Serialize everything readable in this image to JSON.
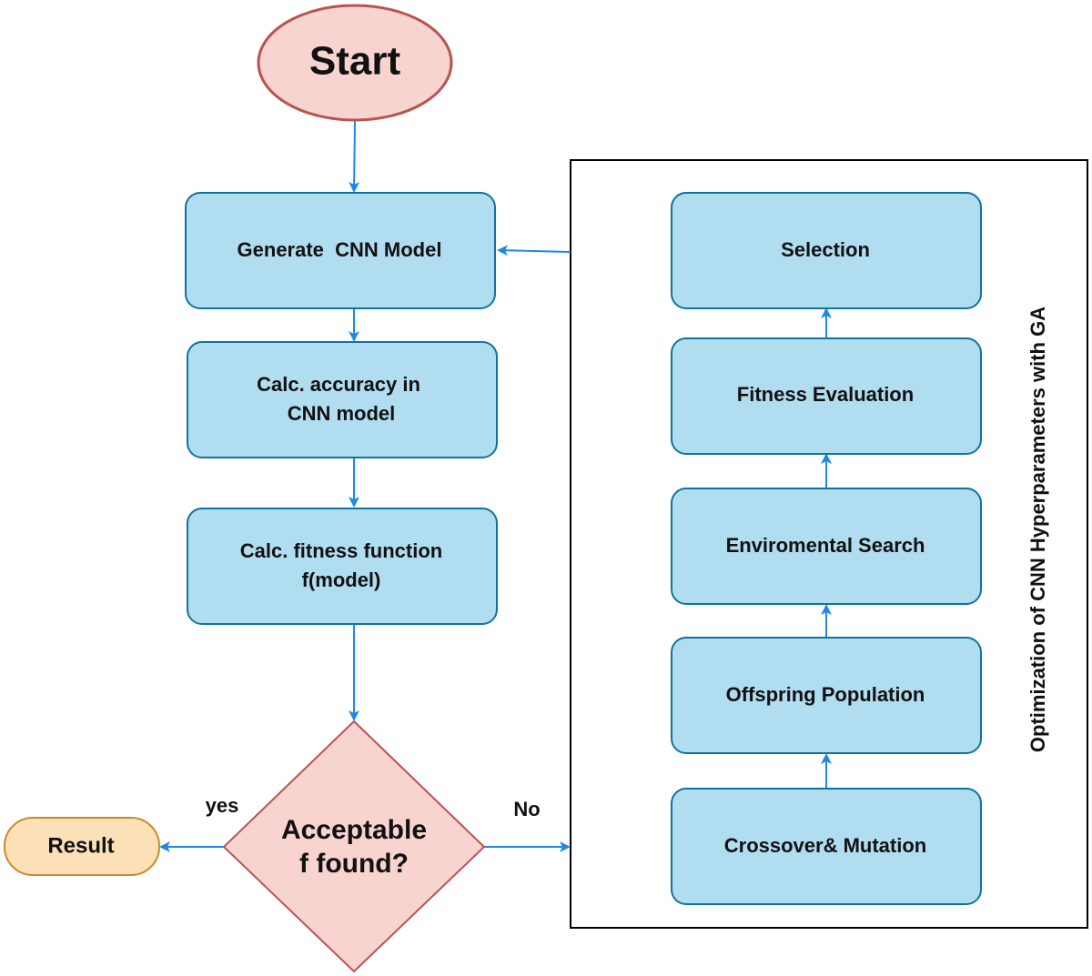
{
  "colors": {
    "process_fill": "#b1ddf0",
    "process_stroke": "#10739e",
    "start_fill": "#f8d4d0",
    "start_stroke": "#b85450",
    "result_fill": "#fbe0b8",
    "result_stroke": "#c98a2a",
    "arrow": "#1e88e5",
    "frame": "#000000"
  },
  "start": {
    "label": "Start"
  },
  "main_flow": {
    "generate": "Generate  CNN Model",
    "accuracy_line1": "Calc. accuracy in",
    "accuracy_line2": "CNN model",
    "fitness_line1": "Calc. fitness function",
    "fitness_line2": "f(model)"
  },
  "decision": {
    "line1": "Acceptable",
    "line2": "f found?",
    "yes_label": "yes",
    "no_label": "No"
  },
  "result": {
    "label": "Result"
  },
  "ga_panel": {
    "title": "Optimization of CNN Hyperparameters with GA",
    "steps": [
      "Selection",
      "Fitness Evaluation",
      "Enviromental Search",
      "Offspring Population",
      "Crossover& Mutation"
    ]
  }
}
